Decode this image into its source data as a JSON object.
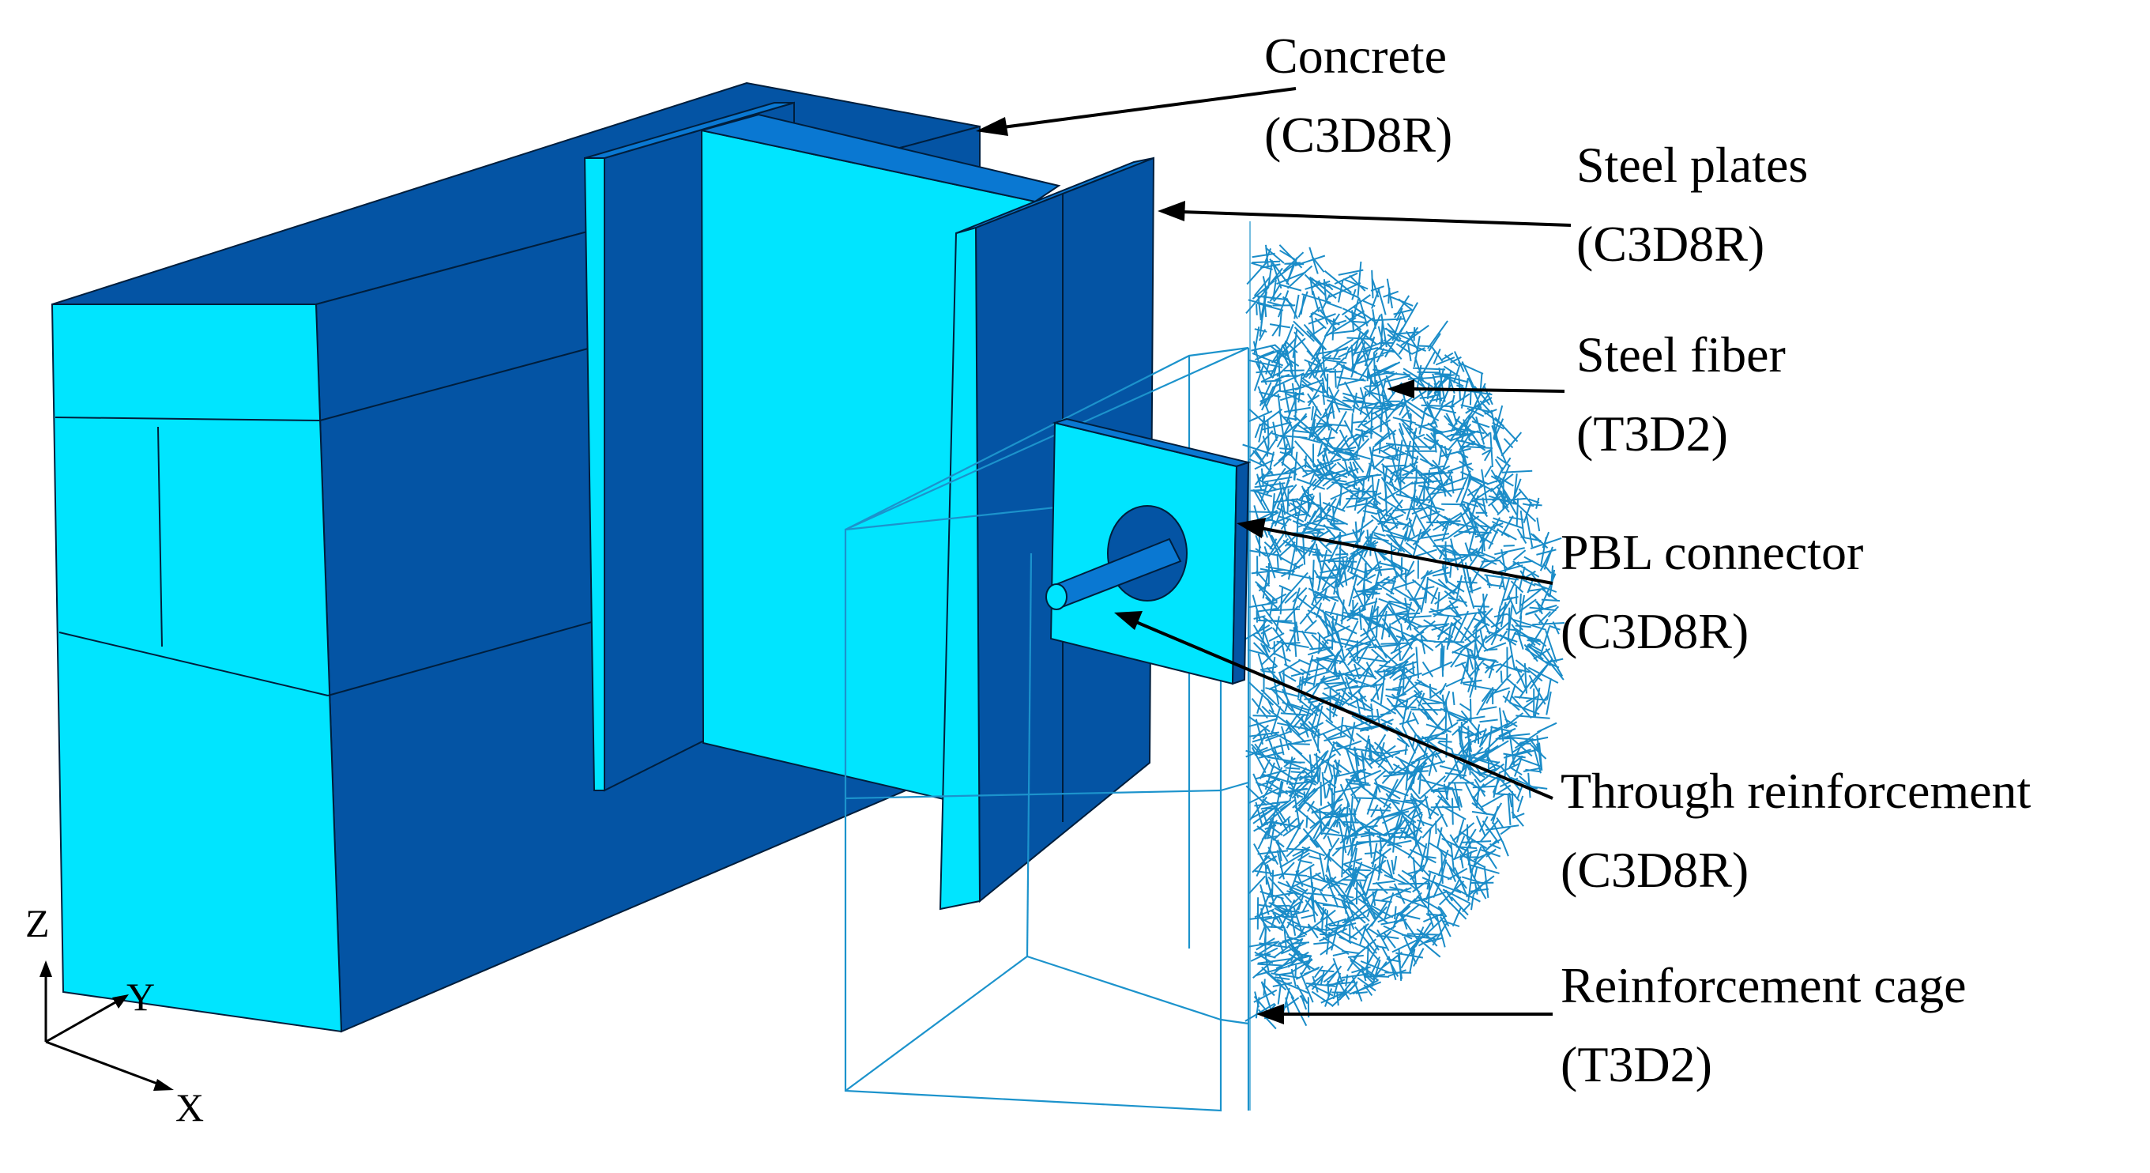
{
  "colors": {
    "light_face": "#00E5FF",
    "dark_face": "#0454A4",
    "mid_face": "#0A78D2",
    "wire": "#1C93CC",
    "fiber": "#1A8CC8",
    "outline": "#001E3C",
    "arrow": "#000000"
  },
  "labels": {
    "concrete": {
      "name": "Concrete",
      "element": "(C3D8R)"
    },
    "steel_plates": {
      "name": "Steel plates",
      "element": "(C3D8R)"
    },
    "steel_fiber": {
      "name": "Steel fiber",
      "element": "(T3D2)"
    },
    "pbl_connector": {
      "name": "PBL connector",
      "element": "(C3D8R)"
    },
    "through_reinforcement": {
      "name": "Through reinforcement",
      "element": "(C3D8R)"
    },
    "reinforcement_cage": {
      "name": "Reinforcement cage",
      "element": "(T3D2)"
    }
  },
  "axes": {
    "z": "Z",
    "y": "Y",
    "x": "X"
  }
}
